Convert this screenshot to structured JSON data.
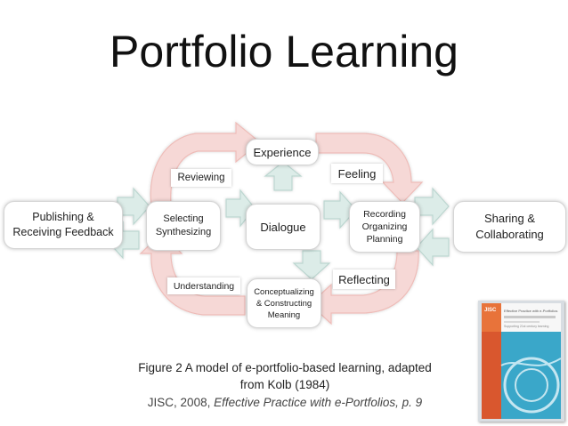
{
  "title": "Portfolio Learning",
  "diagram": {
    "nodes": {
      "experience": "Experience",
      "dialogue": "Dialogue",
      "publishing": "Publishing &\nReceiving Feedback",
      "selecting": "Selecting\nSynthesizing",
      "recording": "Recording\nOrganizing\nPlanning",
      "sharing": "Sharing &\nCollaborating",
      "conceptualizing": "Conceptualizing\n& Constructing\nMeaning"
    },
    "labels": {
      "reviewing": "Reviewing",
      "feeling": "Feeling",
      "understanding": "Understanding",
      "reflecting": "Reflecting"
    },
    "colors": {
      "arrow_fill": "#f6d8d6",
      "arrow_stroke": "#eebcb8",
      "inner_arrow_fill": "#dcece8",
      "inner_arrow_stroke": "#bcd6d0"
    }
  },
  "caption": {
    "line1": "Figure 2 A model of e-portfolio-based learning, adapted",
    "line2": "from Kolb (1984)",
    "citation_prefix": "JISC, 2008, ",
    "citation_title": "Effective Practice with e-Portfolios, p. 9"
  },
  "book_cover": {
    "logo": "JISC",
    "title": "Effective Practice with e-Portfolios",
    "subtitle": "Supporting 21st century learning"
  }
}
